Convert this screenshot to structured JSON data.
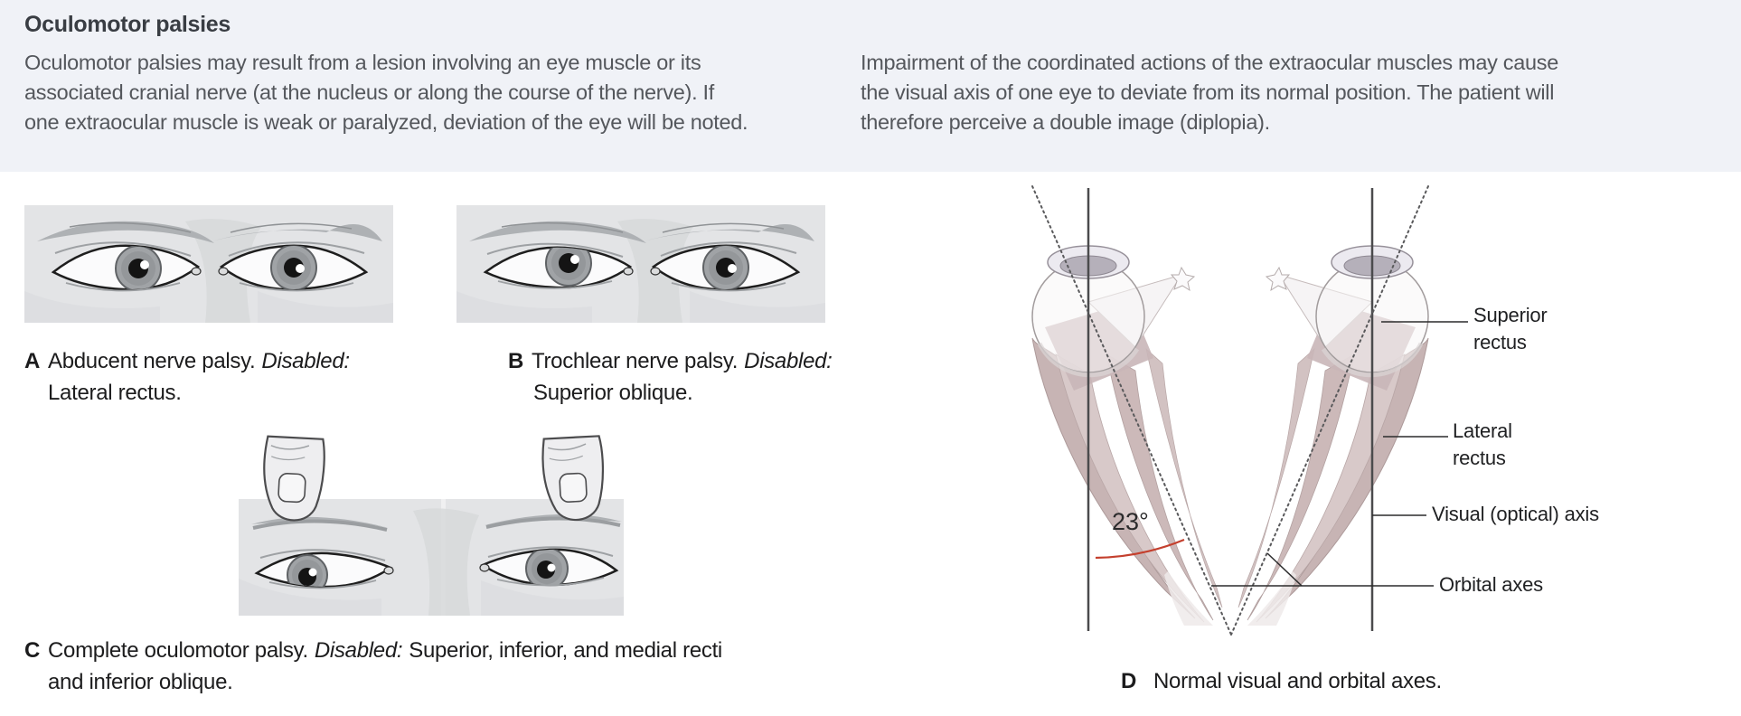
{
  "page": {
    "band_color": "#f0f2f7",
    "accent_red": "#c4402e",
    "muscle_color": "#c9b6b6"
  },
  "header": {
    "title": "Oculomotor palsies",
    "left_paragraph_lines": [
      "Oculomotor palsies may result from a lesion involving an eye muscle or its",
      "associated cranial nerve (at the nucleus or along the course of the nerve). If",
      "one extraocular muscle is weak or paralyzed, deviation of the eye will be noted."
    ],
    "right_paragraph_lines": [
      "Impairment of the coordinated actions of the extraocular muscles may cause",
      "the visual axis of one eye to deviate from its normal position. The patient will",
      "therefore perceive a double image (diplopia)."
    ]
  },
  "figures": {
    "a": {
      "label": "A",
      "caption_main": "Abducent nerve palsy.",
      "caption_italic": "Disabled:",
      "caption_line2": "Lateral rectus."
    },
    "b": {
      "label": "B",
      "caption_main": "Trochlear nerve palsy.",
      "caption_italic": "Disabled:",
      "caption_line2": "Superior oblique."
    },
    "c": {
      "label": "C",
      "caption_main": "Complete oculomotor palsy.",
      "caption_italic": "Disabled:",
      "caption_after_italic": "Superior, inferior, and medial recti",
      "caption_line2": "and inferior oblique."
    },
    "d": {
      "label": "D",
      "caption": "Normal visual and orbital axes.",
      "angle_label": "23°",
      "labels": {
        "superior_rectus": "Superior rectus",
        "lateral_rectus": "Lateral rectus",
        "visual_axis": "Visual (optical) axis",
        "orbital_axes": "Orbital axes"
      }
    }
  }
}
